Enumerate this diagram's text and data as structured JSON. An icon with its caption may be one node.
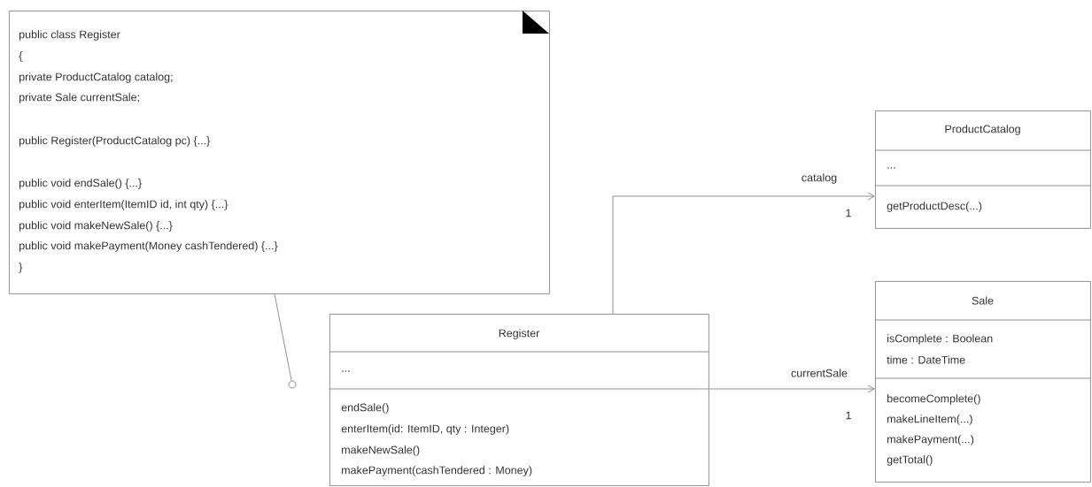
{
  "diagram": {
    "nodes": [
      {
        "text": [
          "public class Register",
          "{",
          "private ProductCatalog catalog;",
          "private Sale currentSale;",
          "public Register(ProductCatalog pc) {...}",
          "public void endSale() {...}",
          "public void enterItem(ItemID id, int qty) {...}",
          "public void makeNewSale() {...}",
          "public void makePayment(Money cashTendered) {...}",
          "}"
        ]
      },
      {
        "text": [
          "Register",
          "...",
          "endSale()",
          "enterItem(id: ItemID, qty : Integer)",
          "makeNewSale()",
          "makePayment(cashTendered : Money)"
        ]
      },
      {
        "text": [
          "ProductCatalog",
          "...",
          "getProductDesc(...)"
        ]
      },
      {
        "text": [
          "Sale",
          "isComplete : Boolean",
          "time : DateTime",
          "becomeComplete()",
          "makeLineItem(...)",
          "makePayment(...)",
          "getTotal()"
        ]
      },
      {
        "text": [],
        "shape": "circle"
      }
    ],
    "edges": [
      {
        "from": 0,
        "to": 4,
        "arrow": "none"
      },
      {
        "from": 1,
        "to": 2,
        "arrow": "to",
        "label": "catalog"
      },
      {
        "from": 1,
        "to": 3,
        "arrow": "to",
        "label": "currentSale"
      }
    ],
    "labels": [
      "1",
      "1"
    ]
  }
}
